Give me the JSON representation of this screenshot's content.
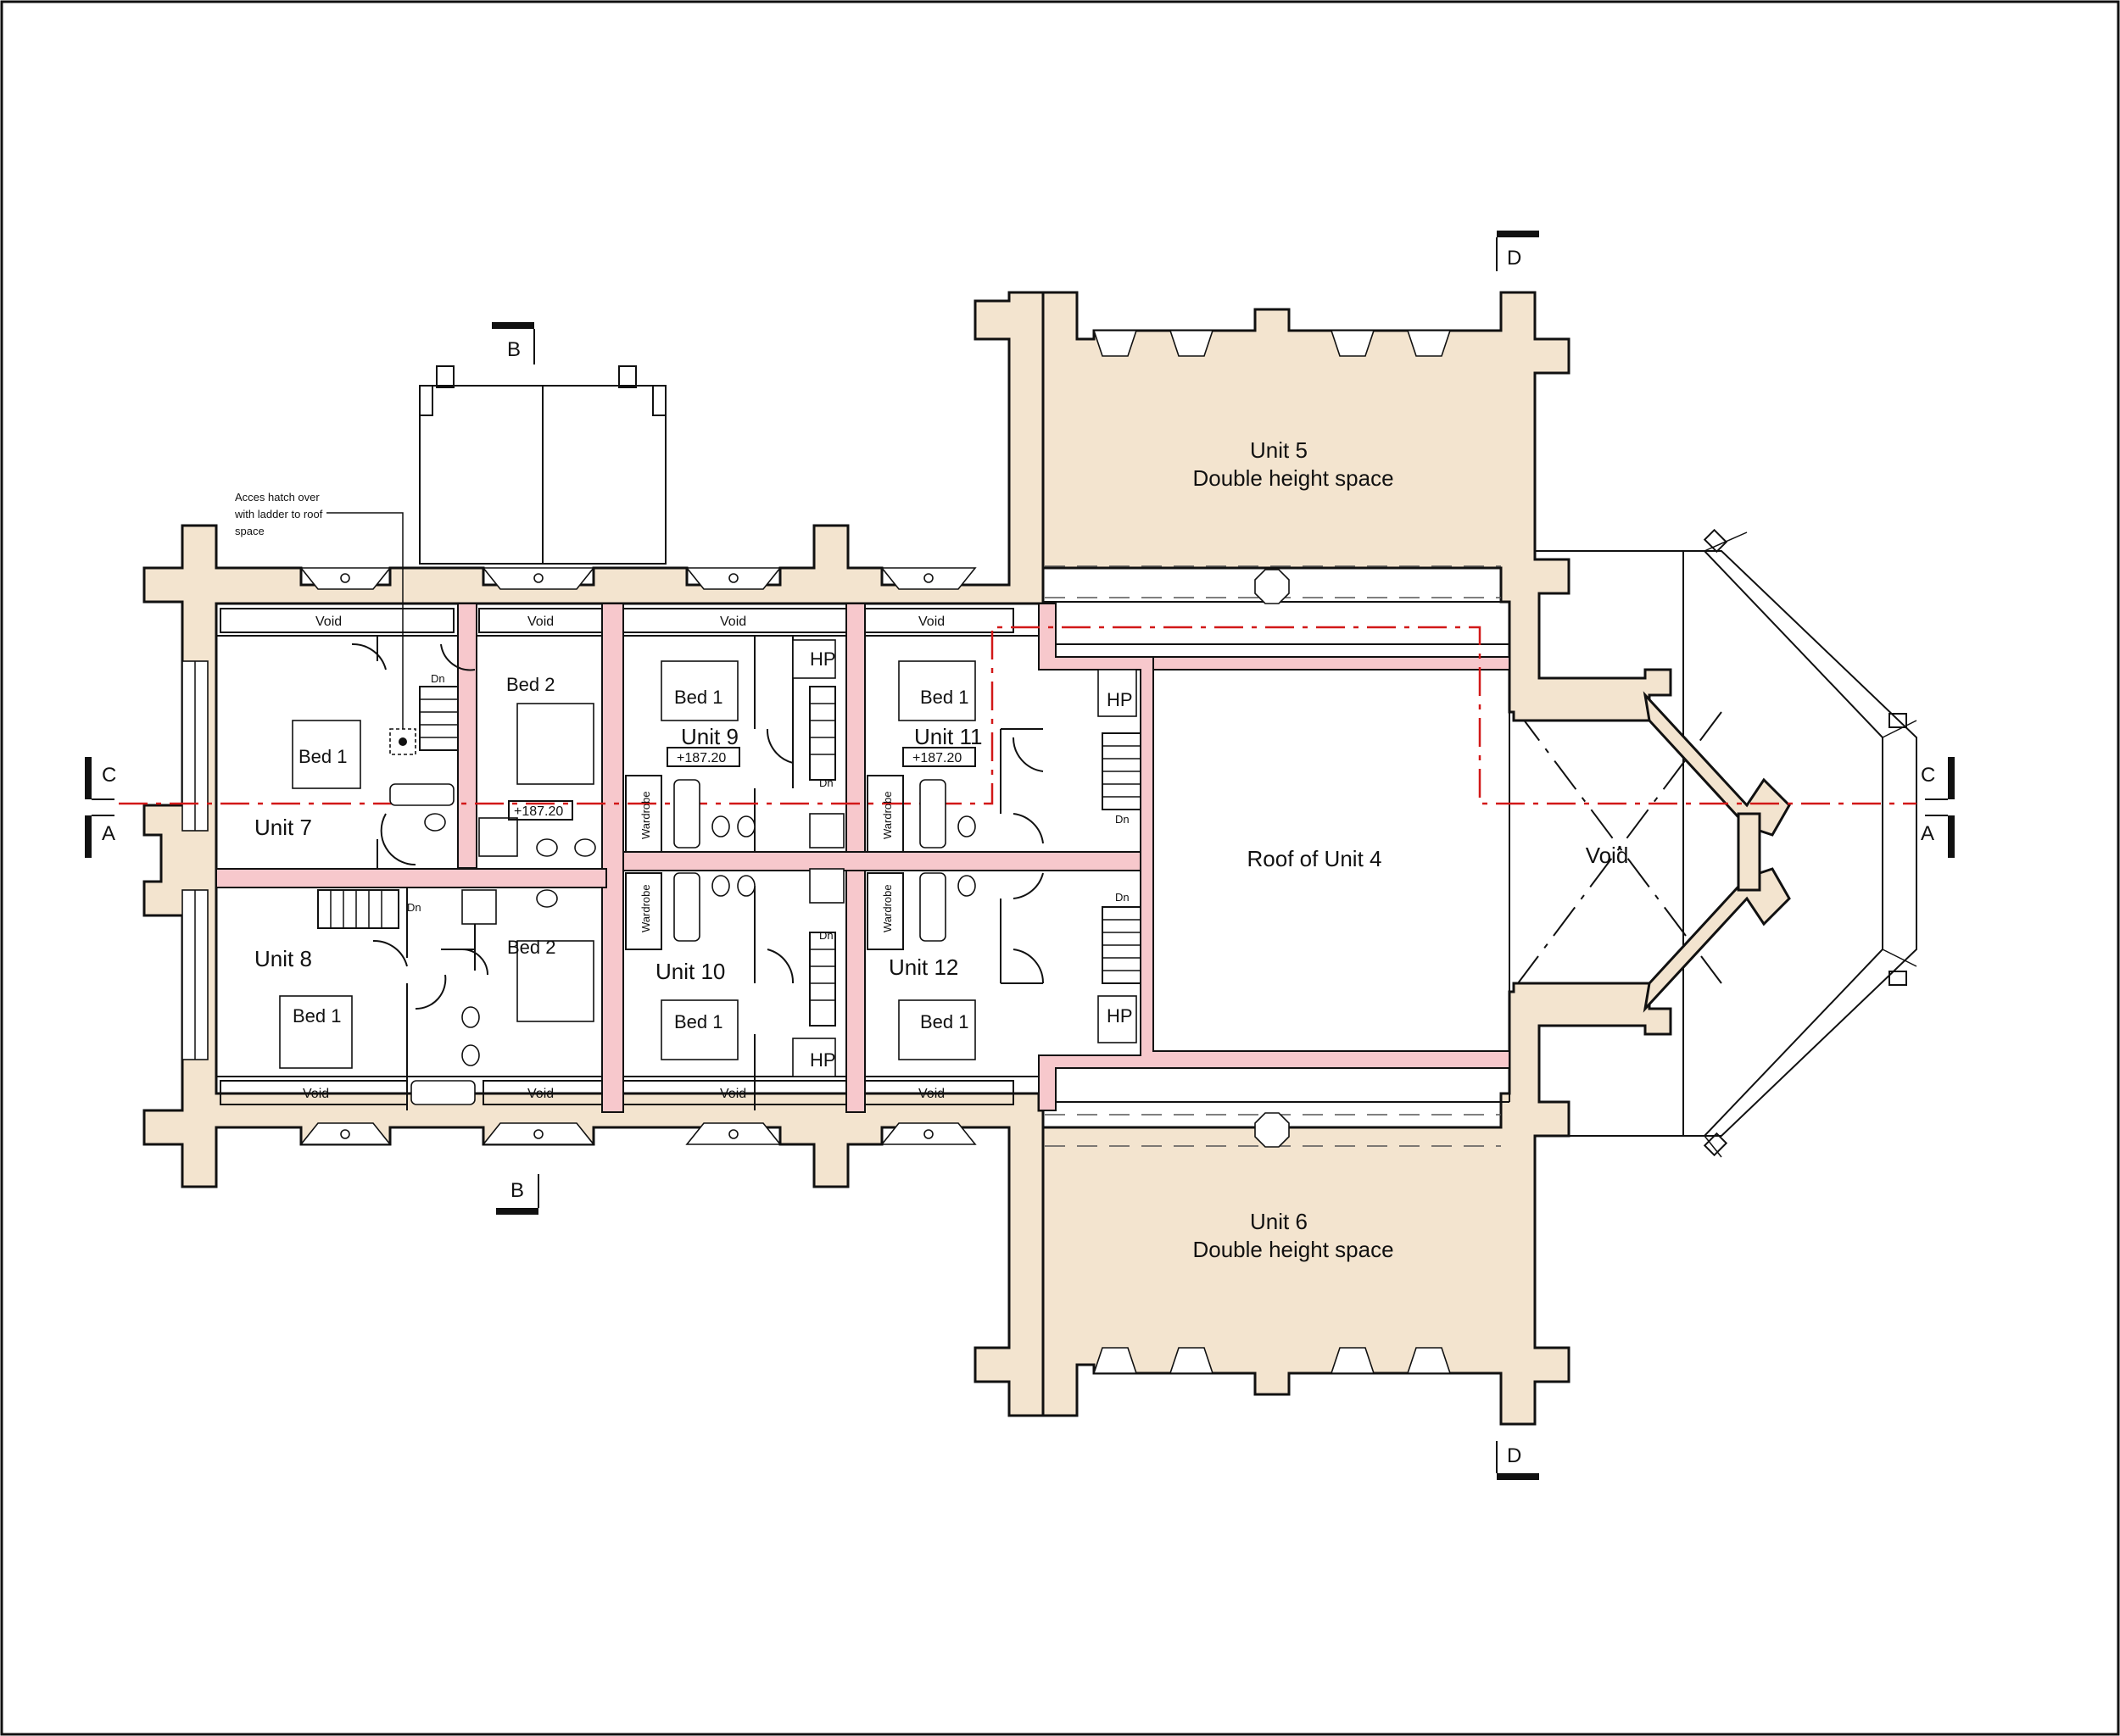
{
  "labels": {
    "unit5": "Unit 5",
    "unit5_sub": "Double height space",
    "unit6": "Unit 6",
    "unit6_sub": "Double height space",
    "unit7": "Unit 7",
    "unit8": "Unit 8",
    "unit9": "Unit 9",
    "unit10": "Unit 10",
    "unit11": "Unit 11",
    "unit12": "Unit 12",
    "roof_unit4": "Roof of Unit 4",
    "void_main": "Void",
    "bed1": "Bed 1",
    "bed2": "Bed 2",
    "void": "Void",
    "hp": "HP",
    "dn": "Dn",
    "wardrobe": "Wardrobe",
    "level": "+187.20",
    "hatch_note_1": "Acces hatch over",
    "hatch_note_2": "with ladder to roof",
    "hatch_note_3": "space"
  },
  "section_markers": {
    "a": "A",
    "b": "B",
    "c": "C",
    "d": "D"
  },
  "colors": {
    "masonry": "#f3e4cf",
    "party_wall": "#f7c8cc",
    "section_line": "#d21818"
  }
}
